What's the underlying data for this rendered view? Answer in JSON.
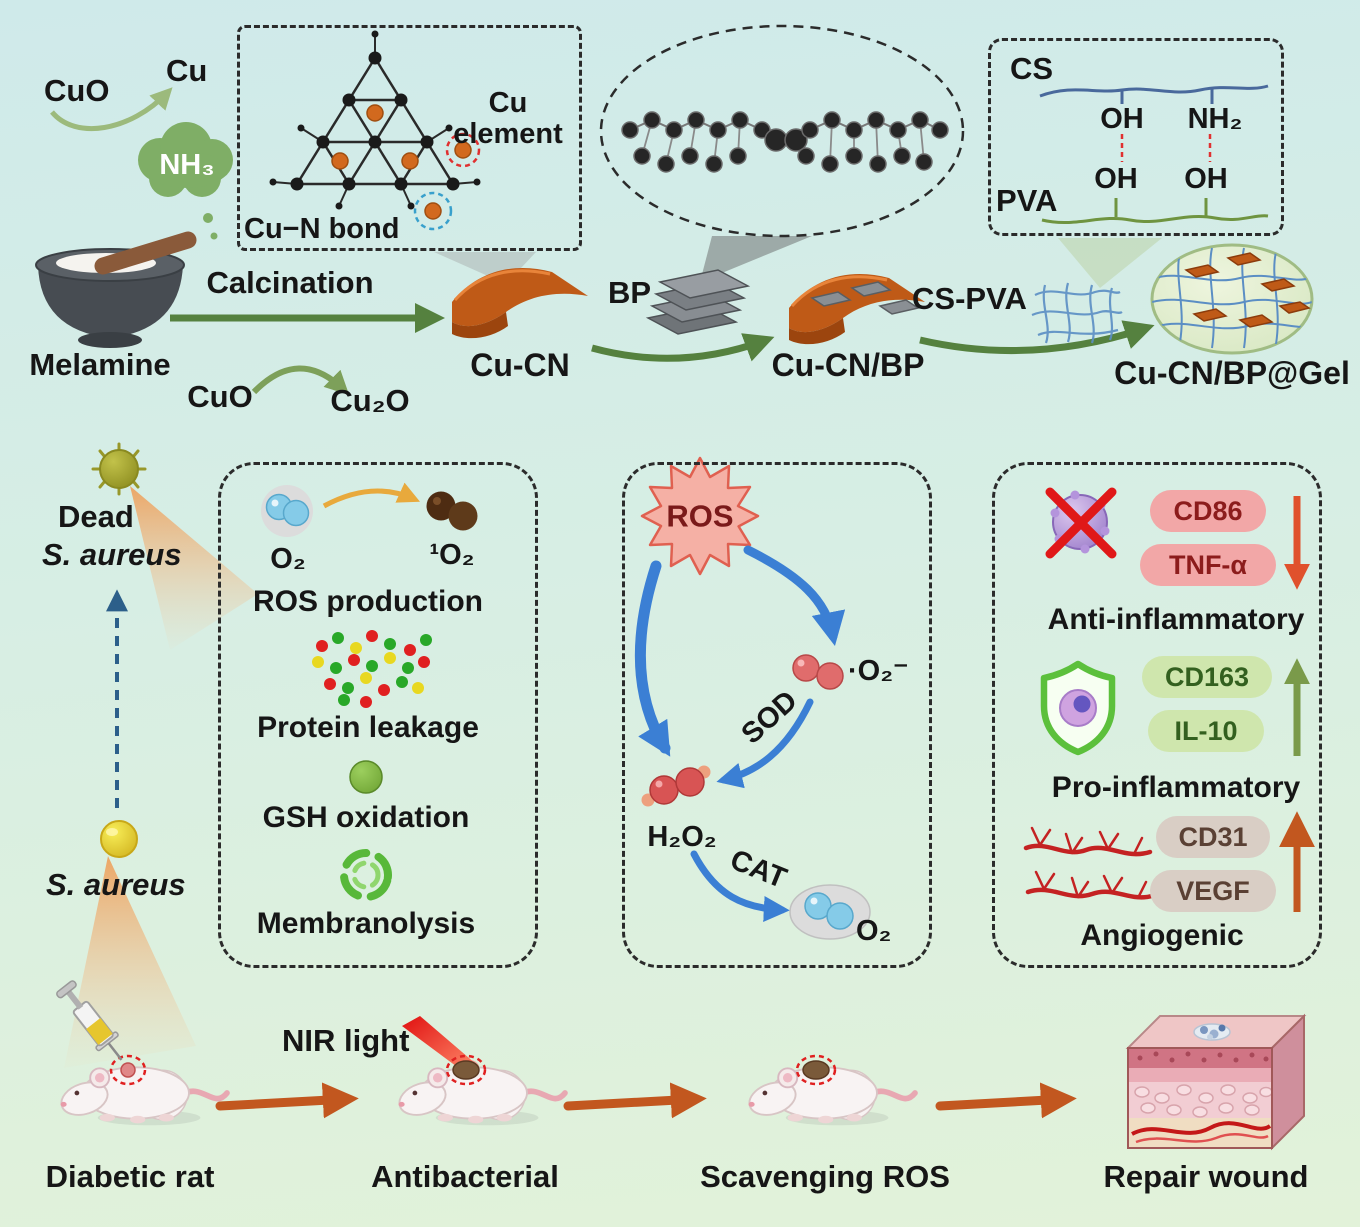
{
  "colors": {
    "arrow_green": "#55813f",
    "arrow_blue": "#3b7fd4",
    "arrow_orange": "#c2571f",
    "arrow_red_orange": "#e0512c",
    "arrow_olive": "#7a9a4a",
    "arrow_yellow": "#e8a93c",
    "pill_pink": "#f2a7a7",
    "pill_green": "#cfe6ad",
    "pill_taupe": "#d9cec5",
    "sheet_orange": "#bf5a17",
    "cloud_green": "#7fae66",
    "ros_star": "#f5b0a5"
  },
  "synthesis": {
    "cuo_top": "CuO",
    "cu": "Cu",
    "nh3": "NH₃",
    "melamine": "Melamine",
    "calcination": "Calcination",
    "cuo_bottom": "CuO",
    "cu2o": "Cu₂O",
    "cu_element": "Cu element",
    "cu_n_bond": "Cu−N bond",
    "cucn": "Cu-CN",
    "bp": "BP",
    "cucn_bp": "Cu-CN/BP",
    "cs_pva": "CS-PVA",
    "cs": "CS",
    "pva": "PVA",
    "oh_top": "OH",
    "nh2": "NH₂",
    "oh_bottom_left": "OH",
    "oh_bottom_right": "OH",
    "gel": "Cu-CN/BP@Gel"
  },
  "bacteria": {
    "dead_line1": "Dead",
    "dead_line2": "S. aureus",
    "live": "S. aureus"
  },
  "antibacterial_panel": {
    "o2": "O₂",
    "singlet_o2": "¹O₂",
    "ros_production": "ROS production",
    "protein_leakage": "Protein leakage",
    "gsh_oxidation": "GSH oxidation",
    "membranolysis": "Membranolysis"
  },
  "ros_panel": {
    "ros": "ROS",
    "superoxide": "·O₂⁻",
    "sod": "SOD",
    "h2o2": "H₂O₂",
    "cat": "CAT",
    "o2": "O₂"
  },
  "immune_panel": {
    "cd86": "CD86",
    "tnf_alpha": "TNF-α",
    "anti_inflammatory": "Anti-inflammatory",
    "cd163": "CD163",
    "il10": "IL-10",
    "pro_inflammatory": "Pro-inflammatory",
    "cd31": "CD31",
    "vegf": "VEGF",
    "angiogenic": "Angiogenic"
  },
  "timeline": {
    "nir_light": "NIR light",
    "diabetic_rat": "Diabetic rat",
    "antibacterial": "Antibacterial",
    "scavenging_ros": "Scavenging ROS",
    "repair_wound": "Repair wound"
  }
}
